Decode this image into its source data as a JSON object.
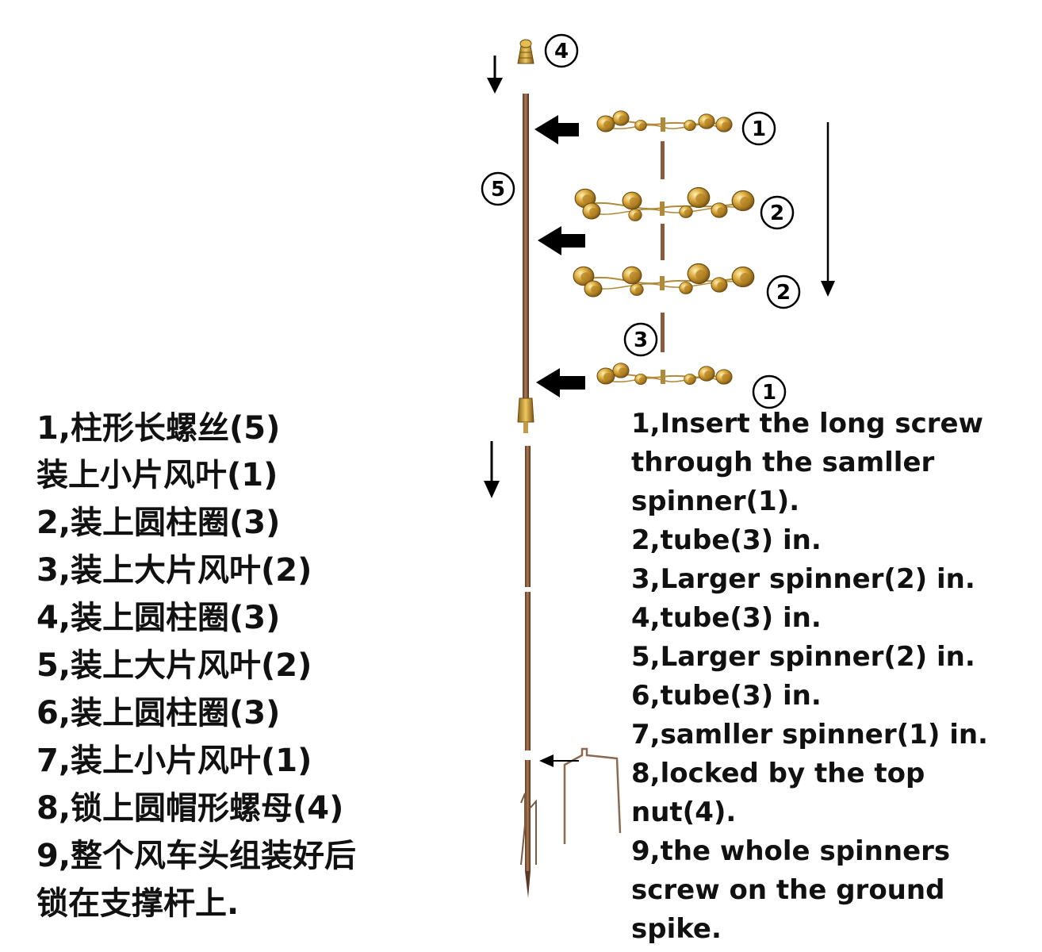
{
  "callouts": {
    "top_nut": "4",
    "long_screw": "5",
    "small_spinner_top": "1",
    "large_spinner_upper": "2",
    "large_spinner_lower": "2",
    "tube": "3",
    "small_spinner_bottom": "1"
  },
  "instructions_cn": [
    "1,柱形长螺丝(5)",
    "装上小片风叶(1)",
    "2,装上圆柱圈(3)",
    "3,装上大片风叶(2)",
    "4,装上圆柱圈(3)",
    "5,装上大片风叶(2)",
    "6,装上圆柱圈(3)",
    "7,装上小片风叶(1)",
    "8,锁上圆帽形螺母(4)",
    "9,整个风车头组装好后",
    "锁在支撑杆上."
  ],
  "instructions_en": [
    "1,Insert the long screw",
    "through the samller",
    "spinner(1).",
    "2,tube(3) in.",
    "3,Larger spinner(2) in.",
    "4,tube(3) in.",
    "5,Larger spinner(2) in.",
    "6,tube(3) in.",
    "7,samller spinner(1) in.",
    "8,locked by the top",
    "nut(4).",
    "9,the whole spinners",
    "screw on the ground",
    "spike."
  ],
  "colors": {
    "brass": "#d4a23a",
    "brass_dark": "#8a6418",
    "rod": "#8b5a3c",
    "rod_dark": "#5a3a24",
    "arrow": "#000000"
  }
}
